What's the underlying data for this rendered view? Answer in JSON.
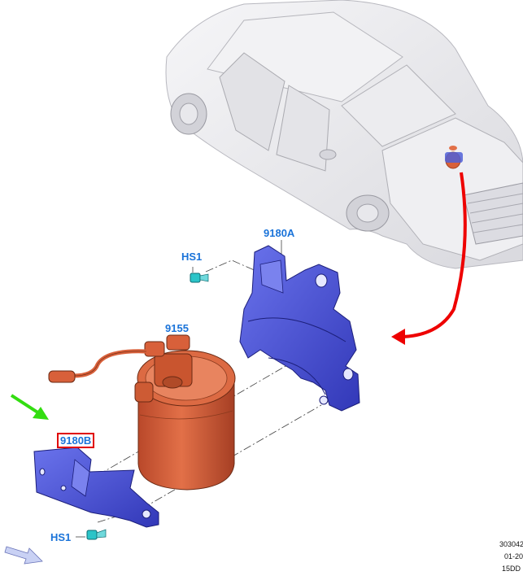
{
  "labels": {
    "bracket_upper": "9180A",
    "bracket_lower": "9180B",
    "filter": "9155",
    "screw_upper": "HS1",
    "screw_lower": "HS1"
  },
  "reference": {
    "line1": "303042",
    "line2": "01-20",
    "line3": "15DD"
  },
  "colors": {
    "label_blue": "#1a73d9",
    "bracket_blue": "#4a55d6",
    "filter_orange": "#d8603a",
    "highlight_red": "#e00000",
    "arrow_red": "#ee0000",
    "arrow_green": "#33dd11",
    "screw_cyan": "#2bc4c8",
    "car_gray": "#e9e9ec"
  },
  "icons": {
    "forward": "direction-arrow-icon",
    "pointer": "green-pointer-arrow-icon",
    "location": "red-curved-arrow-icon"
  }
}
